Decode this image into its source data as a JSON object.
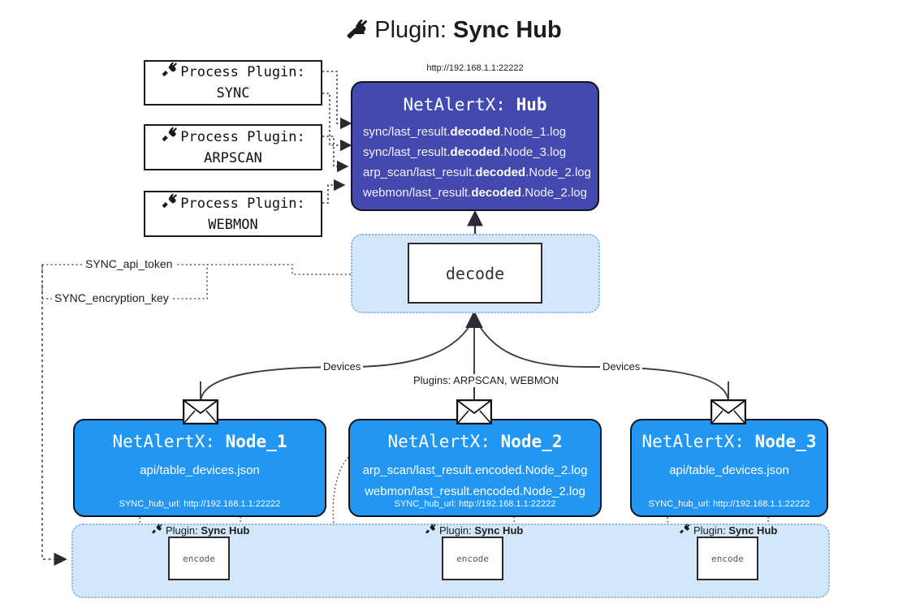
{
  "page": {
    "title_prefix": "Plugin: ",
    "title_name": "Sync Hub",
    "plug_icon": "plug-icon",
    "bg": "#ffffff"
  },
  "hub": {
    "address": "http://192.168.1.1:22222",
    "title_prefix": "NetAlertX: ",
    "title_name": "Hub",
    "color": "#4449b0",
    "logs": [
      {
        "pre": "sync/last_result.",
        "mid": "decoded",
        "post": ".Node_1.log"
      },
      {
        "pre": "sync/last_result.",
        "mid": "decoded",
        "post": ".Node_3.log"
      },
      {
        "pre": "arp_scan/last_result.",
        "mid": "decoded",
        "post": ".Node_2.log"
      },
      {
        "pre": "webmon/last_result.",
        "mid": "decoded",
        "post": ".Node_2.log"
      }
    ]
  },
  "process_plugins": [
    {
      "line1": "Process Plugin:",
      "line2": "SYNC",
      "icon": "plug-icon"
    },
    {
      "line1": "Process Plugin:",
      "line2": "ARPSCAN",
      "icon": "plug-icon"
    },
    {
      "line1": "Process Plugin:",
      "line2": "WEBMON",
      "icon": "plug-icon"
    }
  ],
  "decode": {
    "label": "decode",
    "pane_color": "#d3e7fa"
  },
  "secrets": [
    {
      "label": "SYNC_api_token"
    },
    {
      "label": "SYNC_encryption_key"
    }
  ],
  "edge_labels": {
    "devices_left": "Devices",
    "devices_right": "Devices",
    "plugins_middle": "Plugins: ARPSCAN, WEBMON"
  },
  "nodes": [
    {
      "title_prefix": "NetAlertX: ",
      "title_name": "Node_1",
      "color": "#2196f3",
      "lines": [
        "api/table_devices.json"
      ],
      "footer": "SYNC_hub_url: http://192.168.1.1:22222",
      "envelope_icon": "envelope-icon",
      "plugin_label_prefix": "Plugin: ",
      "plugin_label_name": "Sync Hub",
      "encode_label": "encode"
    },
    {
      "title_prefix": "NetAlertX: ",
      "title_name": "Node_2",
      "color": "#2196f3",
      "lines": [
        "arp_scan/last_result.encoded.Node_2.log",
        "webmon/last_result.encoded.Node_2.log"
      ],
      "footer": "SYNC_hub_url: http://192.168.1.1:22222",
      "envelope_icon": "envelope-icon",
      "plugin_label_prefix": "Plugin: ",
      "plugin_label_name": "Sync Hub",
      "encode_label": "encode"
    },
    {
      "title_prefix": "NetAlertX: ",
      "title_name": "Node_3",
      "color": "#2196f3",
      "lines": [
        "api/table_devices.json"
      ],
      "footer": "SYNC_hub_url: http://192.168.1.1:22222",
      "envelope_icon": "envelope-icon",
      "plugin_label_prefix": "Plugin: ",
      "plugin_label_name": "Sync Hub",
      "encode_label": "encode"
    }
  ]
}
